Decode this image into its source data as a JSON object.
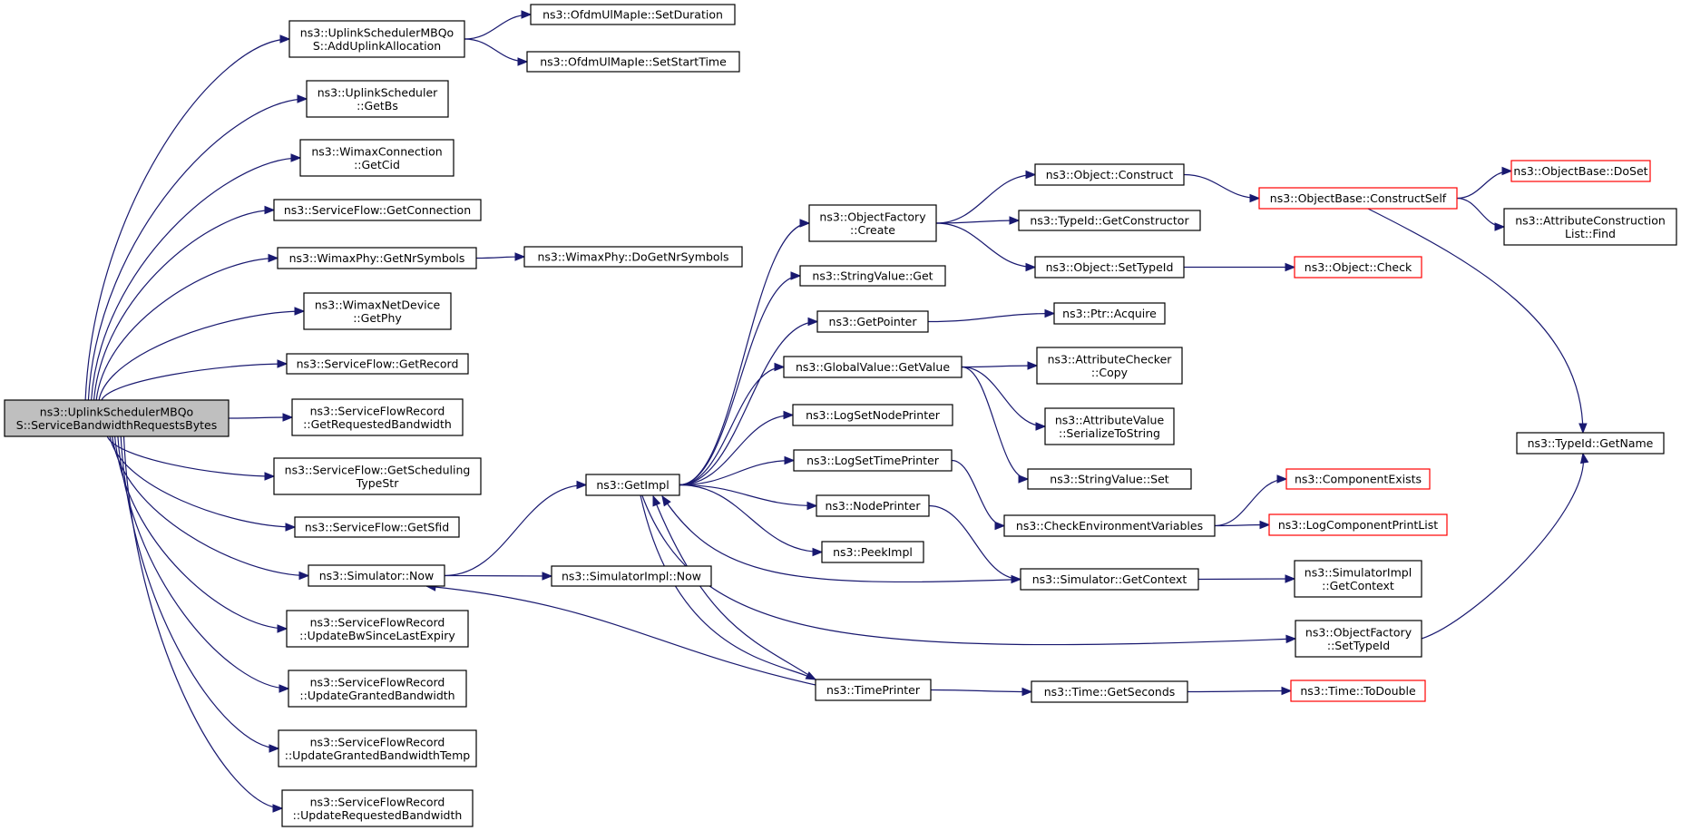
{
  "colors": {
    "edge": "#191970",
    "border": "#000000",
    "truncated_border": "#ff0000",
    "root_fill": "#bfbfbf"
  },
  "nodes": [
    {
      "id": "root",
      "lines": [
        "ns3::UplinkSchedulerMBQo",
        "S::ServiceBandwidthRequestsBytes"
      ],
      "style": "root"
    },
    {
      "id": "addUplink",
      "lines": [
        "ns3::UplinkSchedulerMBQo",
        "S::AddUplinkAllocation"
      ]
    },
    {
      "id": "setDuration",
      "lines": [
        "ns3::OfdmUlMapIe::SetDuration"
      ]
    },
    {
      "id": "setStartTime",
      "lines": [
        "ns3::OfdmUlMapIe::SetStartTime"
      ]
    },
    {
      "id": "getBs",
      "lines": [
        "ns3::UplinkScheduler",
        "::GetBs"
      ]
    },
    {
      "id": "getCid",
      "lines": [
        "ns3::WimaxConnection",
        "::GetCid"
      ]
    },
    {
      "id": "getConnection",
      "lines": [
        "ns3::ServiceFlow::GetConnection"
      ]
    },
    {
      "id": "getNrSymbols",
      "lines": [
        "ns3::WimaxPhy::GetNrSymbols"
      ]
    },
    {
      "id": "doGetNrSymbols",
      "lines": [
        "ns3::WimaxPhy::DoGetNrSymbols"
      ]
    },
    {
      "id": "getPhy",
      "lines": [
        "ns3::WimaxNetDevice",
        "::GetPhy"
      ]
    },
    {
      "id": "getRecord",
      "lines": [
        "ns3::ServiceFlow::GetRecord"
      ]
    },
    {
      "id": "getRequestedBw",
      "lines": [
        "ns3::ServiceFlowRecord",
        "::GetRequestedBandwidth"
      ]
    },
    {
      "id": "getSchedTypeStr",
      "lines": [
        "ns3::ServiceFlow::GetScheduling",
        "TypeStr"
      ]
    },
    {
      "id": "getSfid",
      "lines": [
        "ns3::ServiceFlow::GetSfid"
      ]
    },
    {
      "id": "simNow",
      "lines": [
        "ns3::Simulator::Now"
      ]
    },
    {
      "id": "simImplNow",
      "lines": [
        "ns3::SimulatorImpl::Now"
      ]
    },
    {
      "id": "updBwSince",
      "lines": [
        "ns3::ServiceFlowRecord",
        "::UpdateBwSinceLastExpiry"
      ]
    },
    {
      "id": "updGranted",
      "lines": [
        "ns3::ServiceFlowRecord",
        "::UpdateGrantedBandwidth"
      ]
    },
    {
      "id": "updGrantedTemp",
      "lines": [
        "ns3::ServiceFlowRecord",
        "::UpdateGrantedBandwidthTemp"
      ]
    },
    {
      "id": "updRequested",
      "lines": [
        "ns3::ServiceFlowRecord",
        "::UpdateRequestedBandwidth"
      ]
    },
    {
      "id": "getImpl",
      "lines": [
        "ns3::GetImpl"
      ]
    },
    {
      "id": "objFactoryCreate",
      "lines": [
        "ns3::ObjectFactory",
        "::Create"
      ]
    },
    {
      "id": "stringValueGet",
      "lines": [
        "ns3::StringValue::Get"
      ]
    },
    {
      "id": "getPointer",
      "lines": [
        "ns3::GetPointer"
      ]
    },
    {
      "id": "globalGetValue",
      "lines": [
        "ns3::GlobalValue::GetValue"
      ]
    },
    {
      "id": "logSetNodePrinter",
      "lines": [
        "ns3::LogSetNodePrinter"
      ]
    },
    {
      "id": "logSetTimePrinter",
      "lines": [
        "ns3::LogSetTimePrinter"
      ]
    },
    {
      "id": "nodePrinter",
      "lines": [
        "ns3::NodePrinter"
      ]
    },
    {
      "id": "peekImpl",
      "lines": [
        "ns3::PeekImpl"
      ]
    },
    {
      "id": "timePrinter",
      "lines": [
        "ns3::TimePrinter"
      ]
    },
    {
      "id": "objConstruct",
      "lines": [
        "ns3::Object::Construct"
      ]
    },
    {
      "id": "typeIdGetCtor",
      "lines": [
        "ns3::TypeId::GetConstructor"
      ]
    },
    {
      "id": "objSetTypeId",
      "lines": [
        "ns3::Object::SetTypeId"
      ]
    },
    {
      "id": "ptrAcquire",
      "lines": [
        "ns3::Ptr::Acquire"
      ]
    },
    {
      "id": "attrCheckerCopy",
      "lines": [
        "ns3::AttributeChecker",
        "::Copy"
      ]
    },
    {
      "id": "attrValueSerialize",
      "lines": [
        "ns3::AttributeValue",
        "::SerializeToString"
      ]
    },
    {
      "id": "stringValueSet",
      "lines": [
        "ns3::StringValue::Set"
      ]
    },
    {
      "id": "checkEnvVars",
      "lines": [
        "ns3::CheckEnvironmentVariables"
      ]
    },
    {
      "id": "simGetContext",
      "lines": [
        "ns3::Simulator::GetContext"
      ]
    },
    {
      "id": "timeGetSeconds",
      "lines": [
        "ns3::Time::GetSeconds"
      ]
    },
    {
      "id": "objBaseConstructSelf",
      "lines": [
        "ns3::ObjectBase::ConstructSelf"
      ],
      "style": "red"
    },
    {
      "id": "objCheck",
      "lines": [
        "ns3::Object::Check"
      ],
      "style": "red"
    },
    {
      "id": "componentExists",
      "lines": [
        "ns3::ComponentExists"
      ],
      "style": "red"
    },
    {
      "id": "logComponentPrintList",
      "lines": [
        "ns3::LogComponentPrintList"
      ],
      "style": "red"
    },
    {
      "id": "simImplGetContext",
      "lines": [
        "ns3::SimulatorImpl",
        "::GetContext"
      ]
    },
    {
      "id": "objFactorySetTypeId",
      "lines": [
        "ns3::ObjectFactory",
        "::SetTypeId"
      ]
    },
    {
      "id": "timeToDouble",
      "lines": [
        "ns3::Time::ToDouble"
      ],
      "style": "red"
    },
    {
      "id": "objBaseDoSet",
      "lines": [
        "ns3::ObjectBase::DoSet"
      ],
      "style": "red"
    },
    {
      "id": "attrConstructionFind",
      "lines": [
        "ns3::AttributeConstruction",
        "List::Find"
      ]
    },
    {
      "id": "typeIdGetName",
      "lines": [
        "ns3::TypeId::GetName"
      ]
    }
  ],
  "edges": [
    [
      "root",
      "addUplink"
    ],
    [
      "root",
      "getBs"
    ],
    [
      "root",
      "getCid"
    ],
    [
      "root",
      "getConnection"
    ],
    [
      "root",
      "getNrSymbols"
    ],
    [
      "root",
      "getPhy"
    ],
    [
      "root",
      "getRecord"
    ],
    [
      "root",
      "getRequestedBw"
    ],
    [
      "root",
      "getSchedTypeStr"
    ],
    [
      "root",
      "getSfid"
    ],
    [
      "root",
      "simNow"
    ],
    [
      "root",
      "updBwSince"
    ],
    [
      "root",
      "updGranted"
    ],
    [
      "root",
      "updGrantedTemp"
    ],
    [
      "root",
      "updRequested"
    ],
    [
      "addUplink",
      "setDuration"
    ],
    [
      "addUplink",
      "setStartTime"
    ],
    [
      "getNrSymbols",
      "doGetNrSymbols"
    ],
    [
      "simNow",
      "getImpl"
    ],
    [
      "simNow",
      "simImplNow"
    ],
    [
      "getImpl",
      "objFactoryCreate"
    ],
    [
      "getImpl",
      "stringValueGet"
    ],
    [
      "getImpl",
      "getPointer"
    ],
    [
      "getImpl",
      "globalGetValue"
    ],
    [
      "getImpl",
      "logSetNodePrinter"
    ],
    [
      "getImpl",
      "logSetTimePrinter"
    ],
    [
      "getImpl",
      "nodePrinter"
    ],
    [
      "getImpl",
      "peekImpl"
    ],
    [
      "getImpl",
      "timePrinter"
    ],
    [
      "getImpl",
      "objFactorySetTypeId"
    ],
    [
      "simGetContext",
      "getImpl"
    ],
    [
      "timePrinter",
      "simNow"
    ],
    [
      "timePrinter",
      "getImpl"
    ],
    [
      "objFactoryCreate",
      "objConstruct"
    ],
    [
      "objFactoryCreate",
      "typeIdGetCtor"
    ],
    [
      "objFactoryCreate",
      "objSetTypeId"
    ],
    [
      "getPointer",
      "ptrAcquire"
    ],
    [
      "globalGetValue",
      "attrCheckerCopy"
    ],
    [
      "globalGetValue",
      "attrValueSerialize"
    ],
    [
      "globalGetValue",
      "stringValueSet"
    ],
    [
      "logSetTimePrinter",
      "checkEnvVars"
    ],
    [
      "nodePrinter",
      "simGetContext"
    ],
    [
      "timePrinter",
      "timeGetSeconds"
    ],
    [
      "objConstruct",
      "objBaseConstructSelf"
    ],
    [
      "objSetTypeId",
      "objCheck"
    ],
    [
      "checkEnvVars",
      "componentExists"
    ],
    [
      "checkEnvVars",
      "logComponentPrintList"
    ],
    [
      "simGetContext",
      "simImplGetContext"
    ],
    [
      "timeGetSeconds",
      "timeToDouble"
    ],
    [
      "objBaseConstructSelf",
      "objBaseDoSet"
    ],
    [
      "objBaseConstructSelf",
      "attrConstructionFind"
    ],
    [
      "objBaseConstructSelf",
      "typeIdGetName"
    ],
    [
      "objFactorySetTypeId",
      "typeIdGetName"
    ]
  ]
}
